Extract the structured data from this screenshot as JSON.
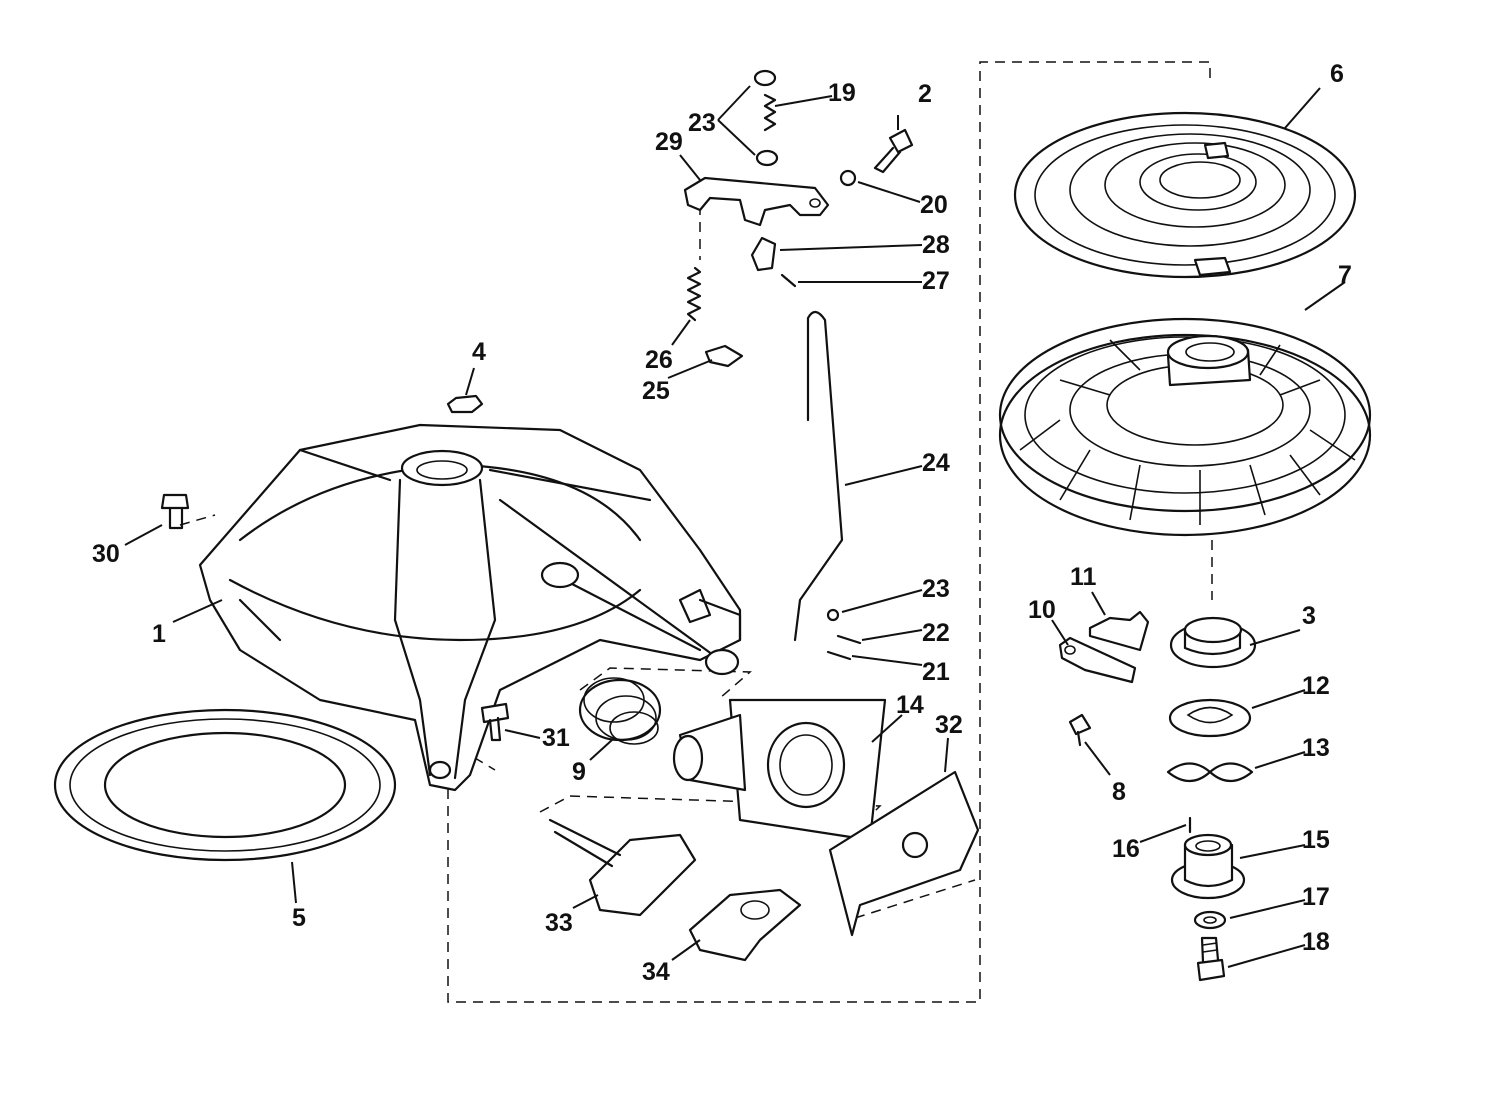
{
  "callouts": [
    {
      "id": "c1",
      "text": "1"
    },
    {
      "id": "c2",
      "text": "2"
    },
    {
      "id": "c3",
      "text": "3"
    },
    {
      "id": "c4",
      "text": "4"
    },
    {
      "id": "c5",
      "text": "5"
    },
    {
      "id": "c6",
      "text": "6"
    },
    {
      "id": "c7",
      "text": "7"
    },
    {
      "id": "c8",
      "text": "8"
    },
    {
      "id": "c9",
      "text": "9"
    },
    {
      "id": "c10",
      "text": "10"
    },
    {
      "id": "c11",
      "text": "11"
    },
    {
      "id": "c12",
      "text": "12"
    },
    {
      "id": "c13",
      "text": "13"
    },
    {
      "id": "c14",
      "text": "14"
    },
    {
      "id": "c15",
      "text": "15"
    },
    {
      "id": "c16",
      "text": "16"
    },
    {
      "id": "c17",
      "text": "17"
    },
    {
      "id": "c18",
      "text": "18"
    },
    {
      "id": "c19",
      "text": "19"
    },
    {
      "id": "c20",
      "text": "20"
    },
    {
      "id": "c21",
      "text": "21"
    },
    {
      "id": "c22",
      "text": "22"
    },
    {
      "id": "c23a",
      "text": "23"
    },
    {
      "id": "c23b",
      "text": "23"
    },
    {
      "id": "c24",
      "text": "24"
    },
    {
      "id": "c25",
      "text": "25"
    },
    {
      "id": "c26",
      "text": "26"
    },
    {
      "id": "c27",
      "text": "27"
    },
    {
      "id": "c28",
      "text": "28"
    },
    {
      "id": "c29",
      "text": "29"
    },
    {
      "id": "c30",
      "text": "30"
    },
    {
      "id": "c31",
      "text": "31"
    },
    {
      "id": "c32",
      "text": "32"
    },
    {
      "id": "c33",
      "text": "33"
    },
    {
      "id": "c34",
      "text": "34"
    }
  ]
}
